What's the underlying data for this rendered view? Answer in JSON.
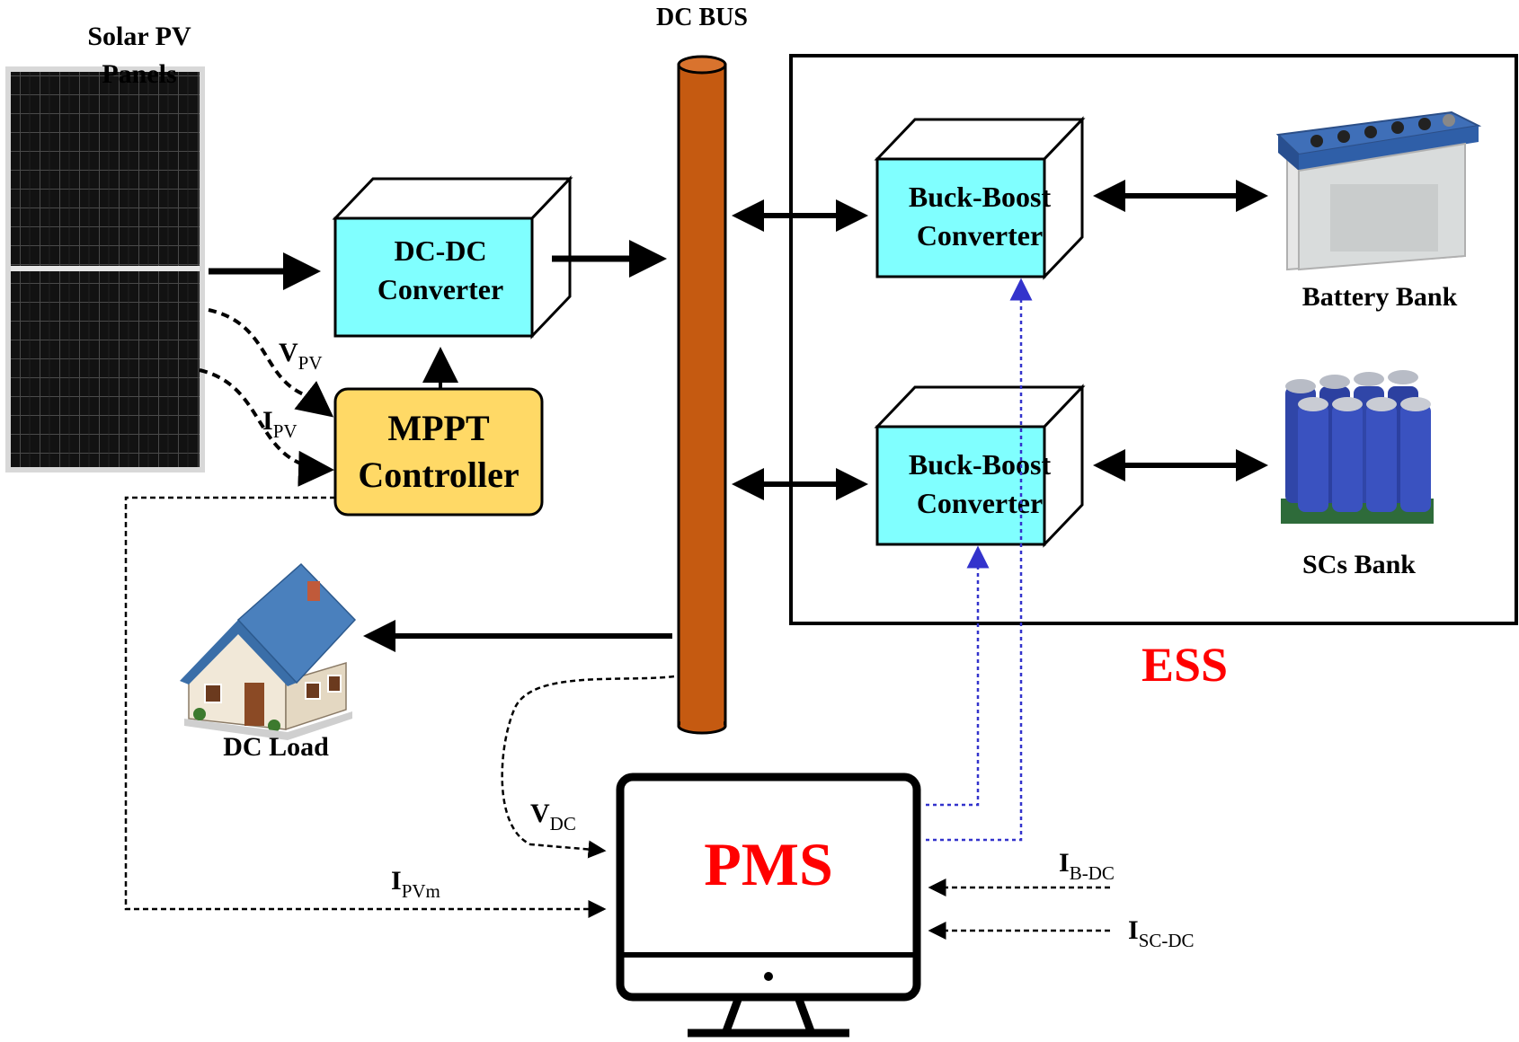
{
  "labels": {
    "solar_line1": "Solar PV",
    "solar_line2": "Panels",
    "dc_bus": "DC BUS",
    "dcdc_line1": "DC-DC",
    "dcdc_line2": "Converter",
    "mppt_line1": "MPPT",
    "mppt_line2": "Controller",
    "bb1_line1": "Buck-Boost",
    "bb1_line2": "Converter",
    "bb2_line1": "Buck-Boost",
    "bb2_line2": "Converter",
    "battery": "Battery Bank",
    "scs": "SCs Bank",
    "ess": "ESS",
    "dc_load": "DC Load",
    "pms": "PMS"
  },
  "signals": {
    "vpv_main": "V",
    "vpv_sub": "PV",
    "ipv_main": "I",
    "ipv_sub": "PV",
    "vdc_main": "V",
    "vdc_sub": "DC",
    "ipvm_main": "I",
    "ipvm_sub": "PVm",
    "ibdc_main": "I",
    "ibdc_sub": "B-DC",
    "iscdc_main": "I",
    "iscdc_sub": "SC-DC"
  },
  "colors": {
    "converter_fill": "#80ffff",
    "mppt_fill": "#ffd966",
    "bus_fill": "#c55a11",
    "accent_red": "#ff0000",
    "blue_dotted": "#3333cc"
  }
}
